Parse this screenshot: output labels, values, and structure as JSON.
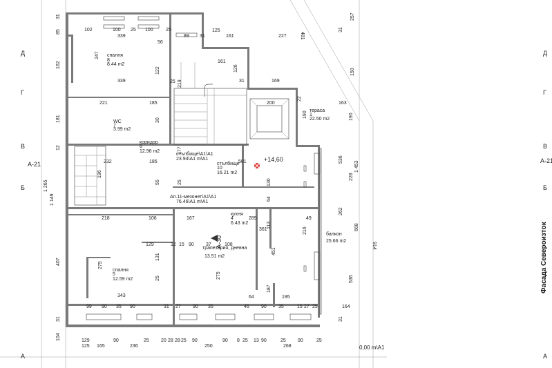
{
  "axes": {
    "left": [
      "Д",
      "Г",
      "В",
      "А-21",
      "Б",
      "А"
    ],
    "right": [
      "Д",
      "Г",
      "В",
      "А-21",
      "Б",
      "А"
    ]
  },
  "facade_label": "Фасада Североизток",
  "level_top": "+14,60",
  "level_bottom": "0,00 m\\A1",
  "rooms": [
    {
      "name": "спалня",
      "num": "8",
      "area": "8.44 m2"
    },
    {
      "name": "WC",
      "num": "7",
      "area": "3.99 m2"
    },
    {
      "name": "коридор",
      "num": "6",
      "area": "12.96 m2"
    },
    {
      "name": "стълбище\\А1\\А1",
      "num": "",
      "area": "23.94\\А1 m\\А1"
    },
    {
      "name": "стълбище",
      "num": "10",
      "area": "16.21 m2"
    },
    {
      "name": "тераса",
      "num": "1",
      "area": "22.50 m2"
    },
    {
      "name": "Ап.11-мезонет\\А1\\А1",
      "num": "",
      "area": "76.46\\А1 m\\А1"
    },
    {
      "name": "кухня",
      "num": "4",
      "area": "6.43 m2"
    },
    {
      "name": "трапезария, дневна",
      "num": "",
      "area": "13.51 m2"
    },
    {
      "name": "спалня",
      "num": "5",
      "area": "12.59 m2"
    },
    {
      "name": "балкон",
      "num": "",
      "area": "25.66 m2"
    }
  ],
  "door_label": "A-30",
  "dims": {
    "top_row": [
      "102",
      "100",
      "25",
      "100",
      "25",
      "339",
      "56",
      "89",
      "31",
      "125",
      "161",
      "227",
      "481"
    ],
    "mid": [
      "339",
      "247",
      "221",
      "122",
      "219",
      "25",
      "185",
      "30",
      "161",
      "126",
      "31",
      "169",
      "200",
      "190",
      "22",
      "163",
      "190",
      "262",
      "668",
      "536",
      "164"
    ],
    "bottom_row": [
      "129",
      "90",
      "236",
      "25",
      "20",
      "28",
      "28",
      "25",
      "90",
      "250",
      "90",
      "8",
      "25",
      "13",
      "90",
      "25",
      "268",
      "90",
      "25"
    ],
    "bottom_row2": [
      "125",
      "165",
      "25",
      "20",
      "28",
      "25",
      "90",
      "35",
      "8",
      "31",
      "90",
      "25",
      "31"
    ],
    "left": [
      "31",
      "85",
      "162",
      "181",
      "12",
      "1 265",
      "1 149",
      "407",
      "31",
      "104"
    ],
    "right": [
      "31",
      "257",
      "150",
      "1 453",
      "228",
      "914",
      "31",
      "536"
    ],
    "misc": [
      "232",
      "196",
      "185",
      "55",
      "501",
      "130",
      "25",
      "177",
      "64",
      "113",
      "289",
      "361",
      "49",
      "218",
      "106",
      "167",
      "129",
      "12",
      "15",
      "90",
      "37",
      "108",
      "451",
      "216",
      "343",
      "275",
      "25",
      "131",
      "275",
      "187",
      "99",
      "90",
      "35",
      "90",
      "31",
      "27",
      "90",
      "35",
      "46",
      "90",
      "35",
      "195",
      "64",
      "15",
      "27",
      "25"
    ]
  }
}
